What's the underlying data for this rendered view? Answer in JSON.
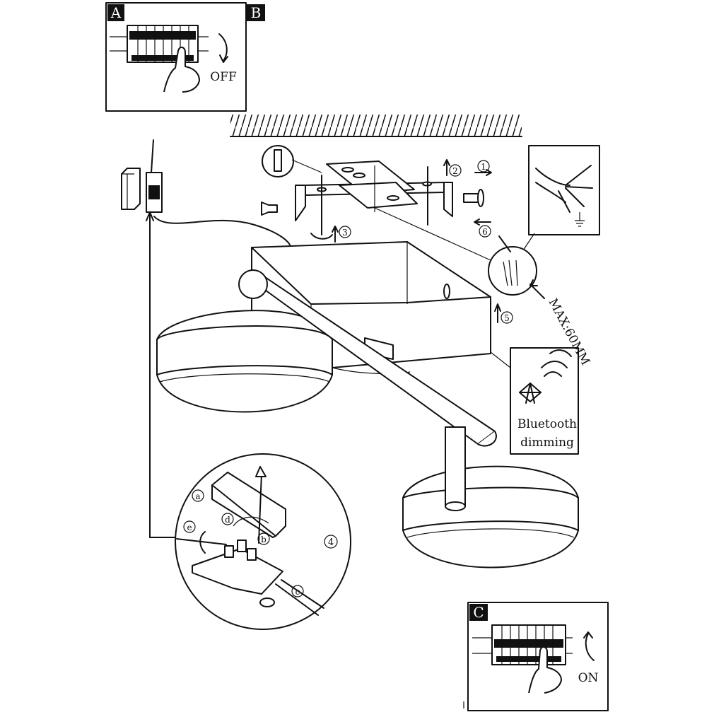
{
  "panels": {
    "a_letter": "A",
    "b_letter": "B",
    "c_letter": "C",
    "off_label": "OFF",
    "on_label": "ON"
  },
  "steps": {
    "s1": "1",
    "s2": "2",
    "s3": "3",
    "s4": "4",
    "s5": "5",
    "s6": "6"
  },
  "wiring": {
    "wa": "a",
    "wb": "b",
    "wc": "c",
    "wd": "d",
    "we": "e",
    "max_label": "MAX:60MM"
  },
  "bluetooth": {
    "line1": "Bluetooth",
    "line2": "dimming",
    "icon": "bluetooth-icon"
  },
  "icons": [
    "anchor-icon",
    "screw-icon",
    "earth-icon",
    "hand-icon",
    "breaker-icon"
  ]
}
